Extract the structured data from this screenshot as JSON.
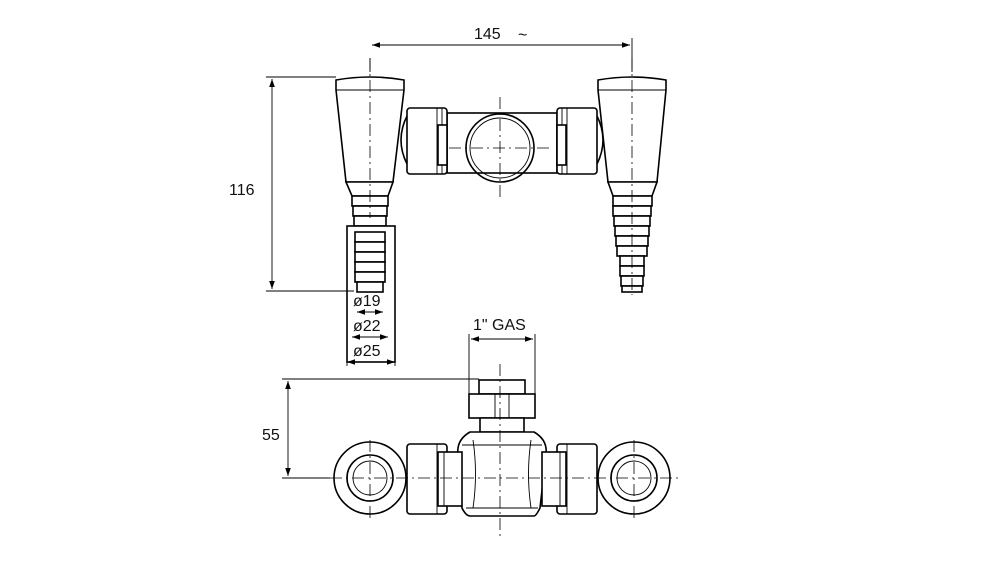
{
  "dimensions": {
    "width_top": "145",
    "approx_symbol": "~",
    "height_top": "116",
    "dia_19": "ø19",
    "dia_22": "ø22",
    "dia_25": "ø25",
    "thread": "1\" GAS",
    "height_bottom": "55"
  }
}
